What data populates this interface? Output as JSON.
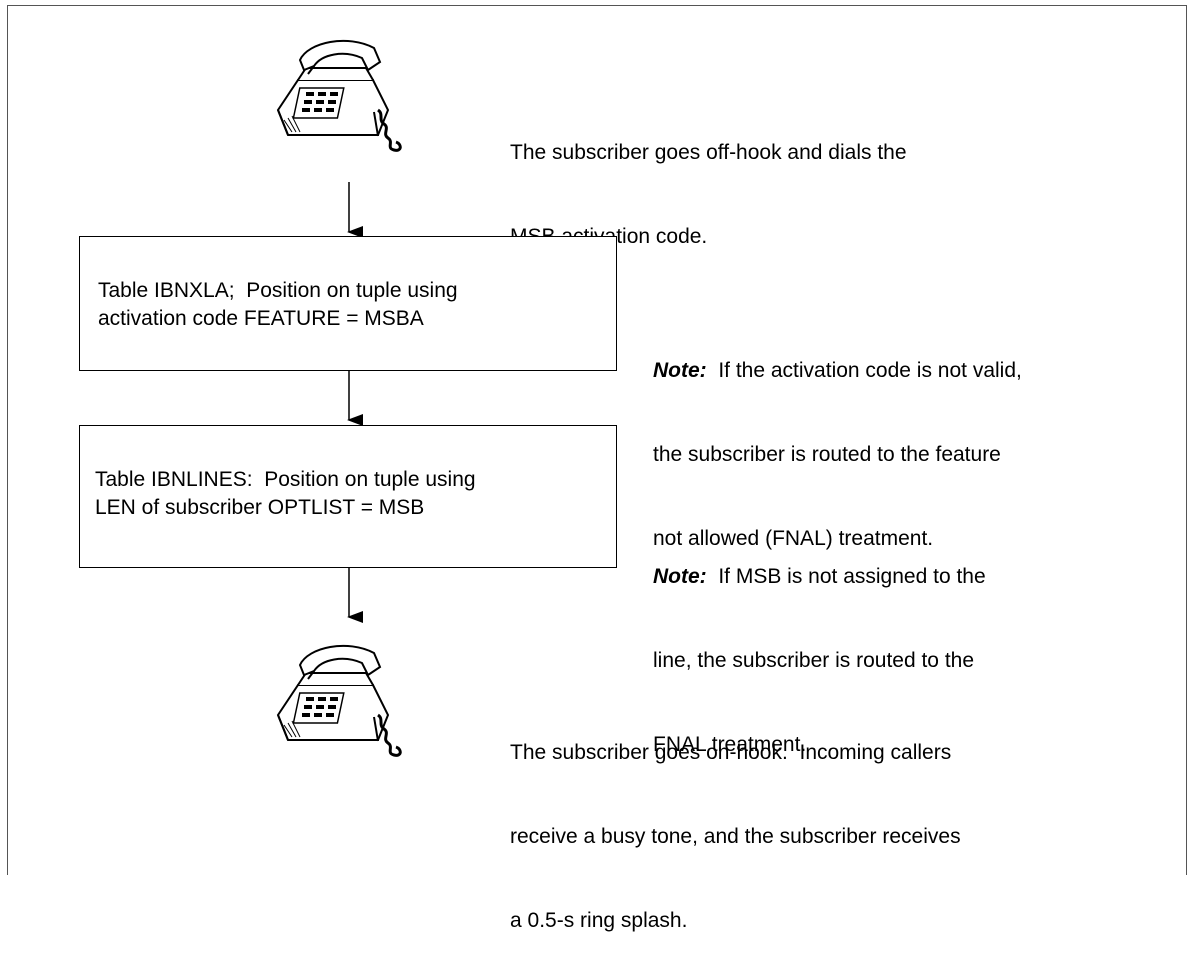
{
  "steps": {
    "start": {
      "line1": "The subscriber goes off-hook and dials the",
      "line2": "MSB activation code."
    },
    "ibnxla": {
      "line1": "Table IBNXLA;  Position on tuple using",
      "line2": "activation code FEATURE = MSBA"
    },
    "ibnlines": {
      "line1": "Table IBNLINES:  Position on tuple using",
      "line2": "LEN of subscriber OPTLIST = MSB"
    },
    "end": {
      "line1": "The subscriber goes on-hook.  Incoming callers",
      "line2": "receive a busy tone, and the subscriber receives",
      "line3": "a 0.5-s ring splash."
    }
  },
  "notes": [
    {
      "label": "Note:",
      "line1": "  If the activation code is not valid,",
      "line2": "the subscriber is routed to the feature",
      "line3": "not allowed (FNAL) treatment."
    },
    {
      "label": "Note:",
      "line1": "  If MSB is not assigned to the",
      "line2": "line, the subscriber is routed to the",
      "line3": "FNAL treatment."
    }
  ],
  "icons": [
    "telephone-icon",
    "telephone-icon"
  ]
}
